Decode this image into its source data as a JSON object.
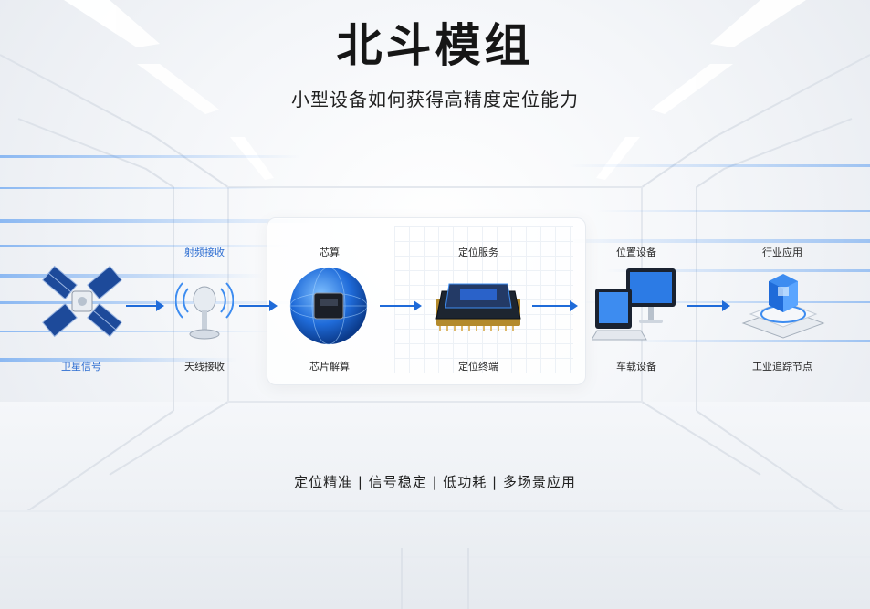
{
  "header": {
    "title": "北斗模组",
    "subtitle": "小型设备如何获得高精度定位能力"
  },
  "flow": {
    "satellite": {
      "bottom_label": "卫星信号",
      "icon": "satellite-icon"
    },
    "antenna": {
      "top_label": "射频接收",
      "bottom_label": "天线接收",
      "icon": "antenna-icon"
    },
    "chip": {
      "top_label": "芯算",
      "bottom_label": "芯片解算",
      "icon": "chip-globe-icon"
    },
    "terminal": {
      "top_label": "定位服务",
      "bottom_label": "定位终端",
      "icon": "module-board-icon"
    },
    "vehicle": {
      "top_label": "位置设备",
      "bottom_label": "车载设备",
      "icon": "devices-icon"
    },
    "industry": {
      "top_label": "行业应用",
      "bottom_label": "工业追踪节点",
      "icon": "industrial-node-icon"
    }
  },
  "footer": {
    "tagline": "定位精准 | 信号稳定 | 低功耗 | 多场景应用"
  },
  "colors": {
    "accent": "#1f6bd9",
    "accent_light": "#2f6fd2",
    "title": "#161616"
  }
}
